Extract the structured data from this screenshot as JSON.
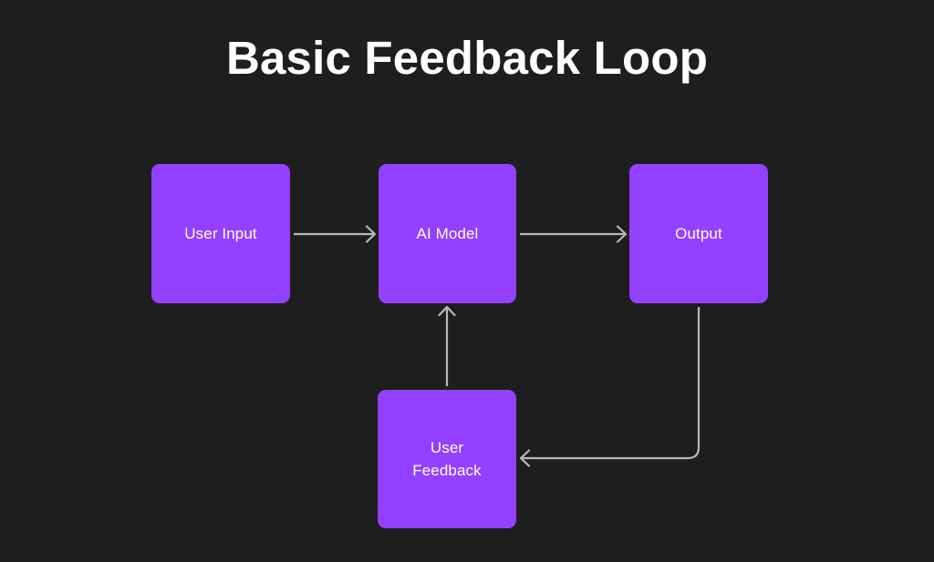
{
  "diagram": {
    "title": "Basic Feedback Loop",
    "background_color": "#1e1e1e",
    "node_color": "#9440ff",
    "text_color": "#ffffff",
    "edge_color": "#b8b8b8",
    "nodes": [
      {
        "id": "user-input",
        "label": "User Input"
      },
      {
        "id": "ai-model",
        "label": "AI Model"
      },
      {
        "id": "output",
        "label": "Output"
      },
      {
        "id": "user-feedback",
        "label": "User\nFeedback"
      }
    ],
    "edges": [
      {
        "id": "user-input-to-ai-model",
        "from": "user-input",
        "to": "ai-model",
        "label": ""
      },
      {
        "id": "ai-model-to-output",
        "from": "ai-model",
        "to": "output",
        "label": ""
      },
      {
        "id": "output-to-user-feedback",
        "from": "output",
        "to": "user-feedback",
        "label": ""
      },
      {
        "id": "user-feedback-to-ai-model",
        "from": "user-feedback",
        "to": "ai-model",
        "label": ""
      }
    ]
  }
}
